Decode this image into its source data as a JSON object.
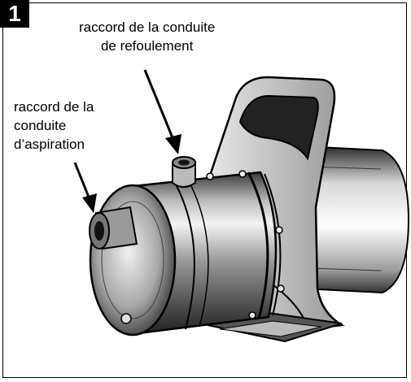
{
  "figure": {
    "number": "1",
    "labels": {
      "discharge": [
        "raccord de la conduite",
        "de refoulement"
      ],
      "suction": [
        "raccord de la",
        "conduite",
        "d’aspiration"
      ]
    }
  }
}
